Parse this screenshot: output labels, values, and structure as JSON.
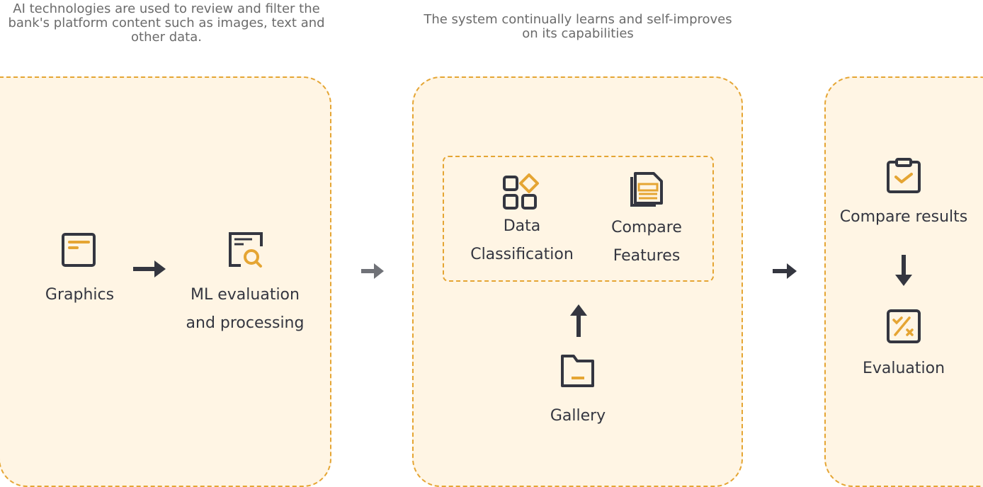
{
  "captions": {
    "left": "AI technologies are used to review and filter the bank's platform content such as images, text and other data.",
    "middle": "The system continually learns and self-improves on its capabilities"
  },
  "nodes": {
    "graphics": "Graphics",
    "ml_line1": "ML evaluation",
    "ml_line2": "and processing",
    "data_line1": "Data",
    "data_line2": "Classification",
    "compare_line1": "Compare",
    "compare_line2": "Features",
    "gallery": "Gallery",
    "compare_results": "Compare results",
    "evaluation": "Evaluation"
  },
  "colors": {
    "accent": "#e5a533",
    "dark": "#343640",
    "panel_bg": "#fff5e4"
  }
}
